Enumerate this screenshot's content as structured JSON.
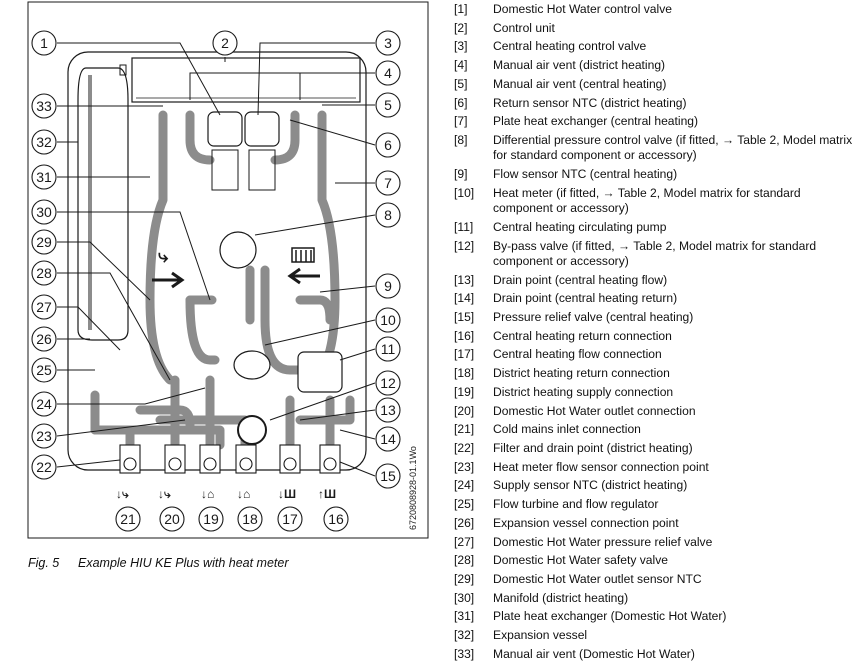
{
  "figure": {
    "callouts": [
      "1",
      "2",
      "3",
      "4",
      "5",
      "6",
      "7",
      "8",
      "9",
      "10",
      "11",
      "12",
      "13",
      "14",
      "15",
      "16",
      "17",
      "18",
      "19",
      "20",
      "21",
      "22",
      "23",
      "24",
      "25",
      "26",
      "27",
      "28",
      "29",
      "30",
      "31",
      "32",
      "33"
    ],
    "image_code": "6720808928-01.1Wo"
  },
  "caption": {
    "number": "Fig. 5",
    "text": "Example HIU KE Plus with heat meter"
  },
  "legend": [
    {
      "num": "[1]",
      "text": "Domestic Hot Water control valve"
    },
    {
      "num": "[2]",
      "text": "Control unit"
    },
    {
      "num": "[3]",
      "text": "Central heating control valve"
    },
    {
      "num": "[4]",
      "text": "Manual air vent (district heating)"
    },
    {
      "num": "[5]",
      "text": "Manual air vent (central heating)"
    },
    {
      "num": "[6]",
      "text": "Return sensor NTC (district heating)"
    },
    {
      "num": "[7]",
      "text": "Plate heat exchanger (central heating)"
    },
    {
      "num": "[8]",
      "text": "Differential pressure control valve (if fitted, → Table 2, Model matrix for standard component or accessory)"
    },
    {
      "num": "[9]",
      "text": "Flow sensor NTC (central heating)"
    },
    {
      "num": "[10]",
      "text": "Heat meter (if fitted, → Table 2, Model matrix for standard component or accessory)"
    },
    {
      "num": "[11]",
      "text": "Central heating circulating pump"
    },
    {
      "num": "[12]",
      "text": "By-pass valve (if fitted, → Table 2, Model matrix for standard component or accessory)"
    },
    {
      "num": "[13]",
      "text": "Drain point (central heating flow)"
    },
    {
      "num": "[14]",
      "text": "Drain point (central heating return)"
    },
    {
      "num": "[15]",
      "text": "Pressure relief valve (central heating)"
    },
    {
      "num": "[16]",
      "text": "Central heating return connection"
    },
    {
      "num": "[17]",
      "text": "Central heating flow connection"
    },
    {
      "num": "[18]",
      "text": "District heating return connection"
    },
    {
      "num": "[19]",
      "text": "District heating supply connection"
    },
    {
      "num": "[20]",
      "text": "Domestic Hot Water outlet connection"
    },
    {
      "num": "[21]",
      "text": "Cold mains inlet connection"
    },
    {
      "num": "[22]",
      "text": "Filter and drain point (district heating)"
    },
    {
      "num": "[23]",
      "text": "Heat meter flow sensor connection point"
    },
    {
      "num": "[24]",
      "text": "Supply sensor NTC (district heating)"
    },
    {
      "num": "[25]",
      "text": "Flow turbine and flow regulator"
    },
    {
      "num": "[26]",
      "text": "Expansion vessel connection point"
    },
    {
      "num": "[27]",
      "text": "Domestic Hot Water pressure relief valve"
    },
    {
      "num": "[28]",
      "text": "Domestic Hot Water safety valve"
    },
    {
      "num": "[29]",
      "text": "Domestic Hot Water outlet sensor NTC"
    },
    {
      "num": "[30]",
      "text": "Manifold (district heating)"
    },
    {
      "num": "[31]",
      "text": "Plate heat exchanger (Domestic Hot Water)"
    },
    {
      "num": "[32]",
      "text": "Expansion vessel"
    },
    {
      "num": "[33]",
      "text": "Manual air vent (Domestic Hot Water)"
    }
  ],
  "colors": {
    "pipe": "#8c8c8c",
    "line": "#1a1a1a",
    "background": "#ffffff"
  }
}
